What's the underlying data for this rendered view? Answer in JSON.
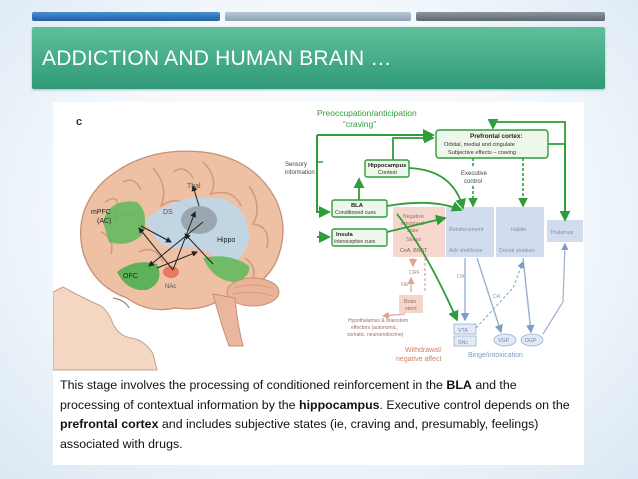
{
  "slide": {
    "title": "ADDICTION AND HUMAN BRAIN …",
    "accent": "#3aa784",
    "tabs_colors": [
      "#2a6db6",
      "#a3b6c8",
      "#747d85"
    ]
  },
  "figure": {
    "panel_label": "c",
    "brain_labels": {
      "mpfc": "mPFC",
      "ac": "(AC)",
      "ds": "DS",
      "thal": "Thal",
      "hippo": "Hippo",
      "ofc": "OFC",
      "nac": "NAc"
    },
    "preoccupation_title_1": "Preoccupation/anticipation",
    "preoccupation_title_2": "“craving”",
    "sensory_1": "Sensory",
    "sensory_2": "information",
    "pfc_box_1": "Prefrontal cortex:",
    "pfc_box_2": "Orbital, medial and cingulate",
    "pfc_box_3": "Subjective effects – craving",
    "hippo_box_1": "Hippocampus",
    "hippo_box_2": "Context",
    "exec_1": "Executive",
    "exec_2": "control",
    "bla_box_1": "BLA",
    "bla_box_2": "Conditioned cues",
    "insula_box_1": "Insula",
    "insula_box_2": "Interoceptive cues",
    "neg_1": "Negative",
    "neg_2": "emotional",
    "neg_3": "state",
    "stress": "Stress",
    "ceA": "CeA, BNST",
    "reinforcement": "Reinforcement",
    "acb": "Acb shell/core",
    "habits": "Habits",
    "dorsal": "Dorsal striatum",
    "thalamus": "Thalamus",
    "crf": "CRF",
    "ne": "NE",
    "brainstem_1": "Brain",
    "brainstem_2": "stem",
    "da1": "DA",
    "da2": "DA",
    "hyp_1": "Hypothalamus & brainstem",
    "hyp_2": "effectors (autonomic,",
    "hyp_3": "somatic, neuroendocrine)",
    "withdrawal_1": "Withdrawal/",
    "withdrawal_2": "negative affect",
    "vta": "VTA",
    "snc": "SNc",
    "vgp": "VGP",
    "dgp": "DGP",
    "binge": "Binge/intoxication"
  },
  "caption": {
    "p1": "This stage involves the processing of conditioned reinforcement in the ",
    "b1": "BLA",
    "p2": " and the processing of contextual information by the ",
    "b2": "hippocampus",
    "p3": ". Executive control depends on the ",
    "b3": "prefrontal cortex",
    "p4": " and includes subjective states (ie, craving and, presumably, feelings) associated with drugs."
  }
}
